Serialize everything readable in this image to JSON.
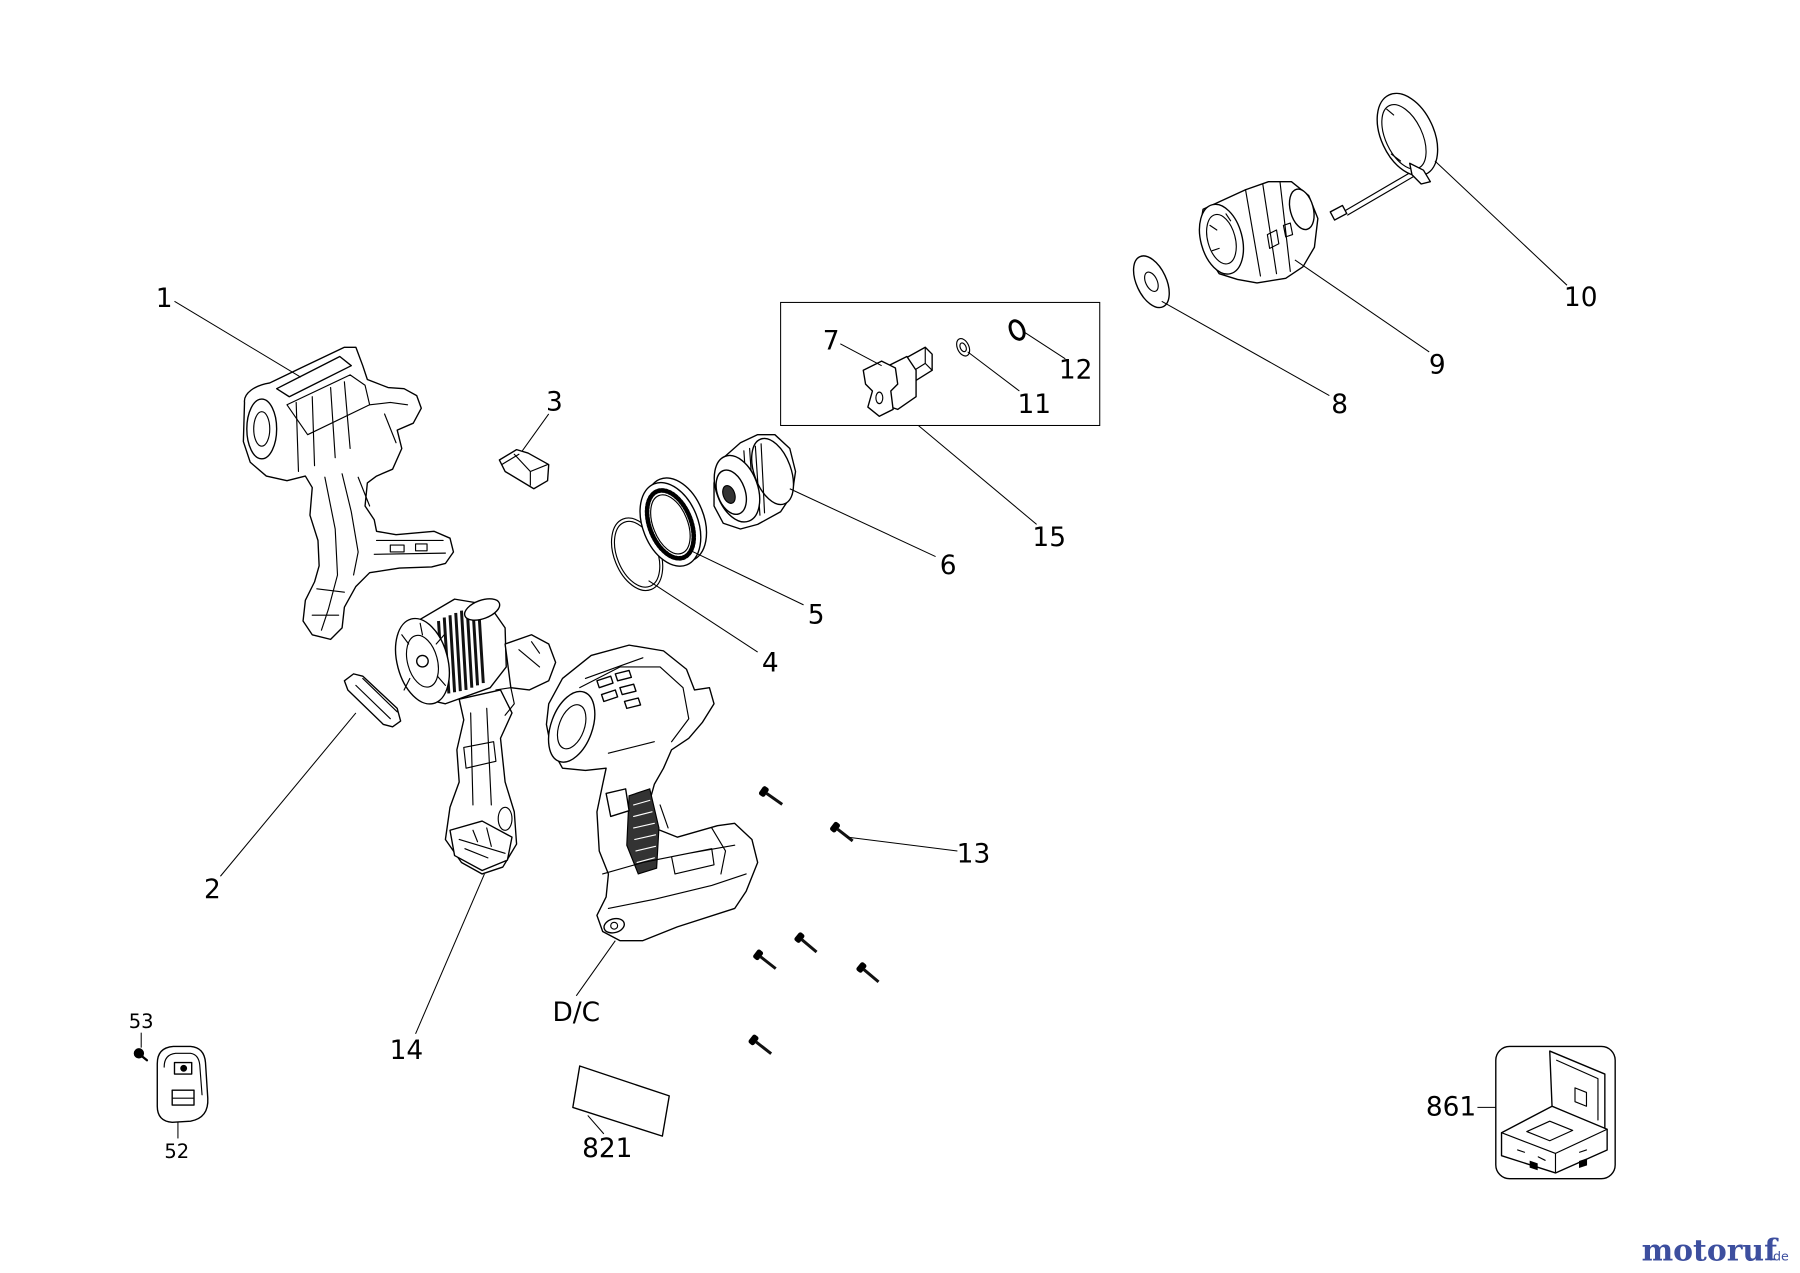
{
  "diagram": {
    "callouts": {
      "c1": "1",
      "c2": "2",
      "c3": "3",
      "c4": "4",
      "c5": "5",
      "c6": "6",
      "c7": "7",
      "c8": "8",
      "c9": "9",
      "c10": "10",
      "c11": "11",
      "c12": "12",
      "c13": "13",
      "c14": "14",
      "c15": "15",
      "dc": "D/C",
      "c52": "52",
      "c53": "53",
      "c821": "821",
      "c861": "861"
    }
  },
  "logo": {
    "text": "motoruf",
    "suffix": ".de"
  },
  "colors": {
    "line": "#000000",
    "background": "#ffffff",
    "logo": "#3d4f9f"
  }
}
